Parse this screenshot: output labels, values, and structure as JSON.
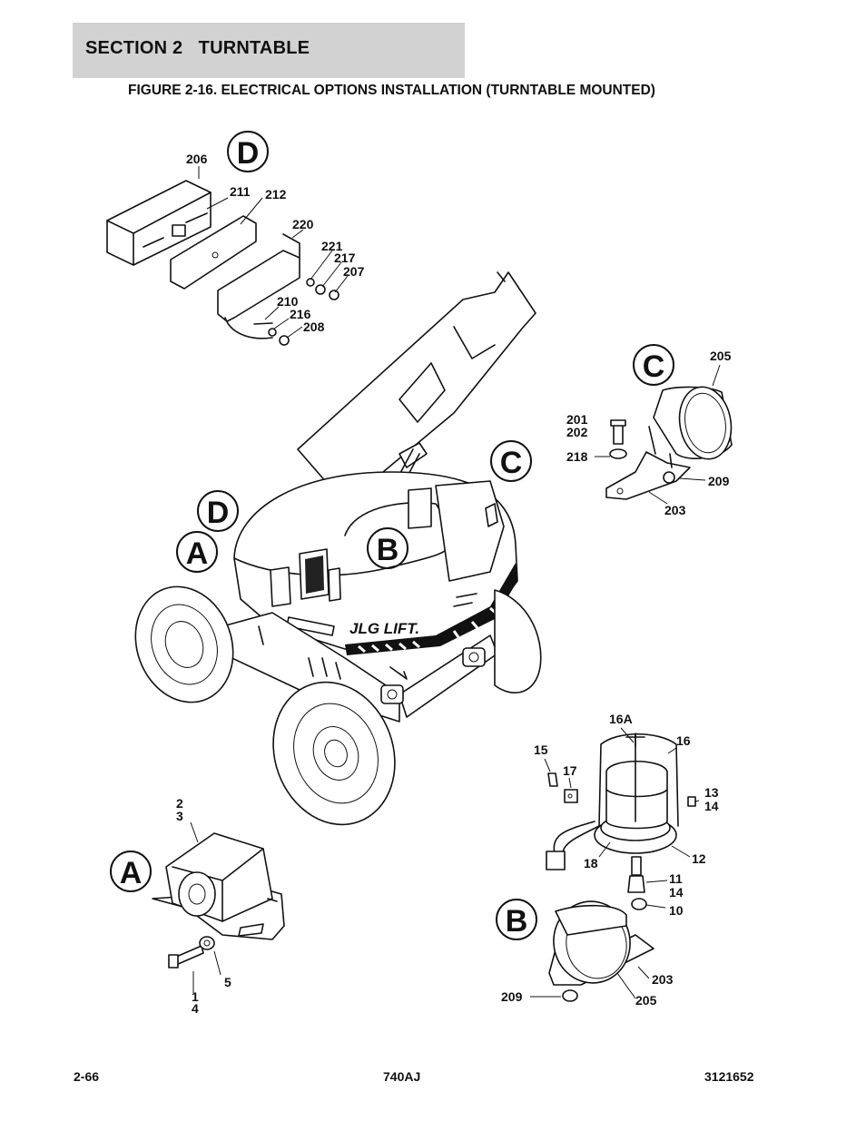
{
  "header": {
    "section": "SECTION 2   TURNTABLE",
    "figure_title": "FIGURE 2-16. ELECTRICAL OPTIONS INSTALLATION (TURNTABLE MOUNTED)"
  },
  "diagram": {
    "view_letters": {
      "d_detail": "D",
      "c_main": "C",
      "d_main": "D",
      "a_main": "A",
      "b_main": "B",
      "c_detail": "C",
      "a_detail": "A",
      "b_detail": "B"
    },
    "machine_logo": "JLG LIFT.",
    "callouts": {
      "c206": "206",
      "c211": "211",
      "c212": "212",
      "c220": "220",
      "c221": "221",
      "c217": "217",
      "c207": "207",
      "c210": "210",
      "c216": "216",
      "c208": "208",
      "c205a": "205",
      "c201": "201",
      "c202": "202",
      "c218": "218",
      "c209a": "209",
      "c203a": "203",
      "c16a": "16A",
      "c16": "16",
      "c15": "15",
      "c17": "17",
      "c13": "13",
      "c14a": "14",
      "c18": "18",
      "c12": "12",
      "c11": "11",
      "c14b": "14",
      "c10": "10",
      "c203b": "203",
      "c205b": "205",
      "c209b": "209",
      "c2": "2",
      "c3": "3",
      "c5": "5",
      "c1": "1",
      "c4": "4"
    }
  },
  "footer": {
    "page_number": "2-66",
    "model": "740AJ",
    "doc_number": "3121652"
  }
}
